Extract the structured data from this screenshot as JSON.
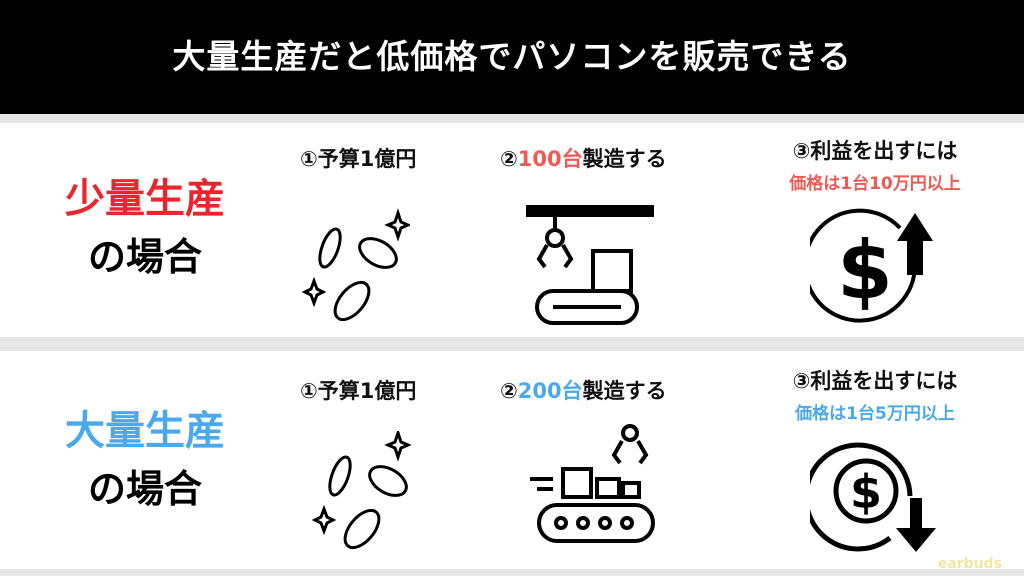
{
  "title": "大量生産だと低価格でパソコンを販売できる",
  "colors": {
    "red": "#e8262d",
    "salmon": "#ef5a55",
    "blue": "#4aa9ec"
  },
  "rows": [
    {
      "label": "少量生産",
      "label_suffix": "の場合",
      "budget": "①予算1億円",
      "produce_prefix": "②",
      "produce_qty": "100台",
      "produce_suffix": "製造する",
      "profit": "③利益を出すには",
      "price": "価格は1台10万円以上",
      "trend": "up"
    },
    {
      "label": "大量生産",
      "label_suffix": "の場合",
      "budget": "①予算1億円",
      "produce_prefix": "②",
      "produce_qty": "200台",
      "produce_suffix": "製造する",
      "profit": "③利益を出すには",
      "price": "価格は1台5万円以上",
      "trend": "down"
    }
  ],
  "watermark": "earbuds"
}
